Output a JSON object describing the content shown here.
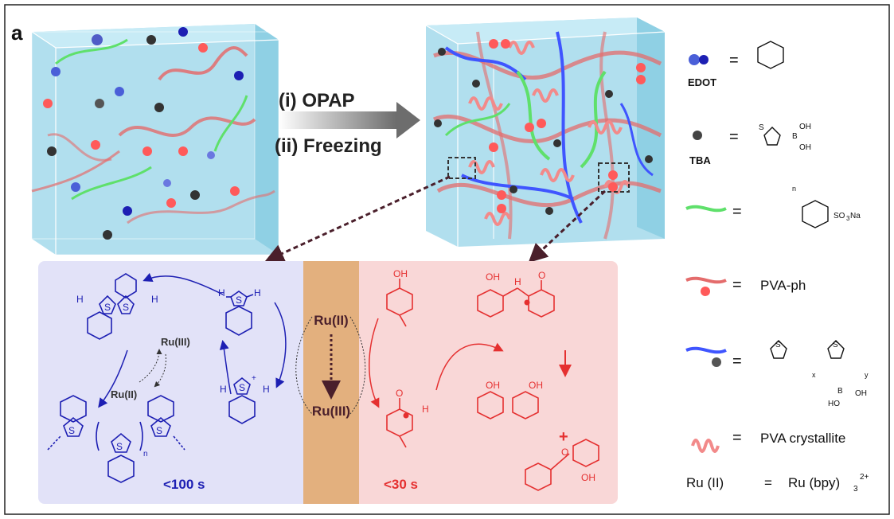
{
  "figure": {
    "panel_label": "a",
    "steps": [
      "(i) OPAP",
      "(ii) Freezing"
    ]
  },
  "legend": {
    "edot": {
      "name": "EDOT",
      "eq": "="
    },
    "tba": {
      "name": "TBA",
      "eq": "=",
      "oh1": "OH",
      "oh2": "OH",
      "boron": "B",
      "s": "S"
    },
    "pss": {
      "eq": "=",
      "group": "SO",
      "sub": "3",
      "tail": "Na",
      "n": "n"
    },
    "pvaph": {
      "eq": "=",
      "name": "PVA-ph"
    },
    "pedot": {
      "eq": "=",
      "s1": "S",
      "s2": "S",
      "x": "x",
      "y": "y",
      "boron": "B",
      "oh": "OH",
      "ho": "HO"
    },
    "crystallite": {
      "eq": "=",
      "name": "PVA crystallite"
    },
    "ru": {
      "lhs": "Ru  (II)",
      "eq": "=",
      "rhs": "Ru (bpy)",
      "sub": "3",
      "sup": "2+"
    }
  },
  "mechanism": {
    "center_top": "Ru(II)",
    "center_bottom": "Ru(III)",
    "blue_time": "<100 s",
    "red_time": "<30 s",
    "blue_ru3": "Ru(III)",
    "blue_ru2": "Ru(II)",
    "atom_s": "S",
    "atom_h": "H",
    "atom_o": "O",
    "atom_oh": "OH",
    "sub_n": "n",
    "plus": "+",
    "cation": "+"
  },
  "colors": {
    "blue": "#1d1fb3",
    "red": "#e53030",
    "panel_blue": "#e2e2f8",
    "panel_red": "#f9d7d7",
    "panel_center": "#e3b07e",
    "cube": "#a9dcec",
    "dark": "#4a1f2b"
  }
}
